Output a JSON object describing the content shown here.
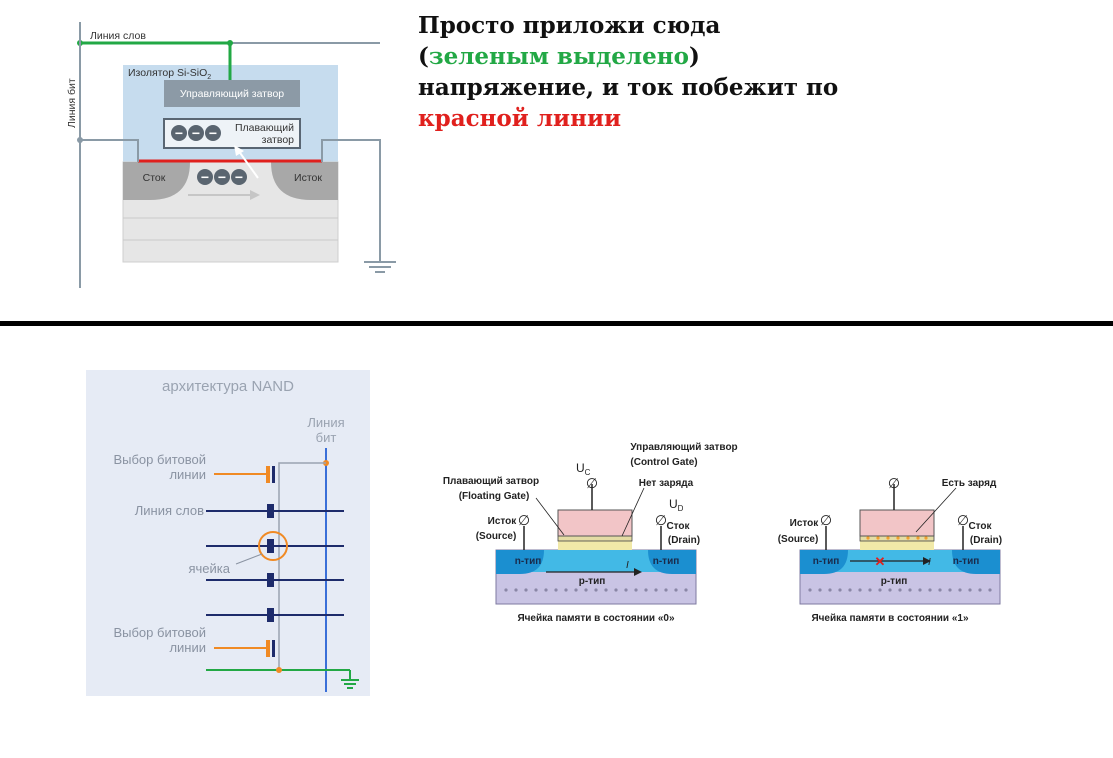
{
  "headline": {
    "part1": "Просто приложи сюда (",
    "green": "зеленым выделено",
    "part2": ") напряжение, и ток побежит по ",
    "red": "красной линии"
  },
  "fg_diagram": {
    "word_line": "Линия слов",
    "bit_line": "Линия бит",
    "insulator": "Изолятор Si-SiO",
    "insulator_sub": "2",
    "control_gate": "Управляющий затвор",
    "floating_gate_1": "Плавающий",
    "floating_gate_2": "затвор",
    "drain": "Сток",
    "source": "Исток",
    "charge_glyph": "−"
  },
  "nand": {
    "title": "архитектура NAND",
    "bit_line_1": "Линия",
    "bit_line_2": "бит",
    "select_top_1": "Выбор битовой",
    "select_top_2": "линии",
    "word_line": "Линия слов",
    "cell": "ячейка",
    "select_bottom_1": "Выбор битовой",
    "select_bottom_2": "линии"
  },
  "cell0": {
    "control_gate_1": "Управляющий затвор",
    "control_gate_2": "(Control Gate)",
    "uc": "U",
    "uc_sub": "C",
    "no_charge": "Нет заряда",
    "floating_gate_1": "Плавающий затвор",
    "floating_gate_2": "(Floating Gate)",
    "ud": "U",
    "ud_sub": "D",
    "source_1": "Исток",
    "source_2": "(Source)",
    "drain_1": "Сток",
    "drain_2": "(Drain)",
    "n_left": "n-тип",
    "n_right": "n-тип",
    "p_type": "p-тип",
    "current": "I",
    "caption": "Ячейка памяти в состоянии «0»",
    "terminal": "∅"
  },
  "cell1": {
    "has_charge": "Есть заряд",
    "source_1": "Исток",
    "source_2": "(Source)",
    "drain_1": "Сток",
    "drain_2": "(Drain)",
    "n_left": "n-тип",
    "n_right": "n-тип",
    "p_type": "p-тип",
    "current": "I",
    "cross": "✕",
    "caption": "Ячейка памяти в состоянии «1»",
    "terminal": "∅"
  },
  "colors": {
    "green": "#22a845",
    "red": "#e0201d",
    "orange": "#f08a24",
    "navy": "#1d2b6b",
    "blue_line": "#3a6fd8",
    "insulator": "#c6dcee",
    "substrate": "#e8e8e8"
  }
}
